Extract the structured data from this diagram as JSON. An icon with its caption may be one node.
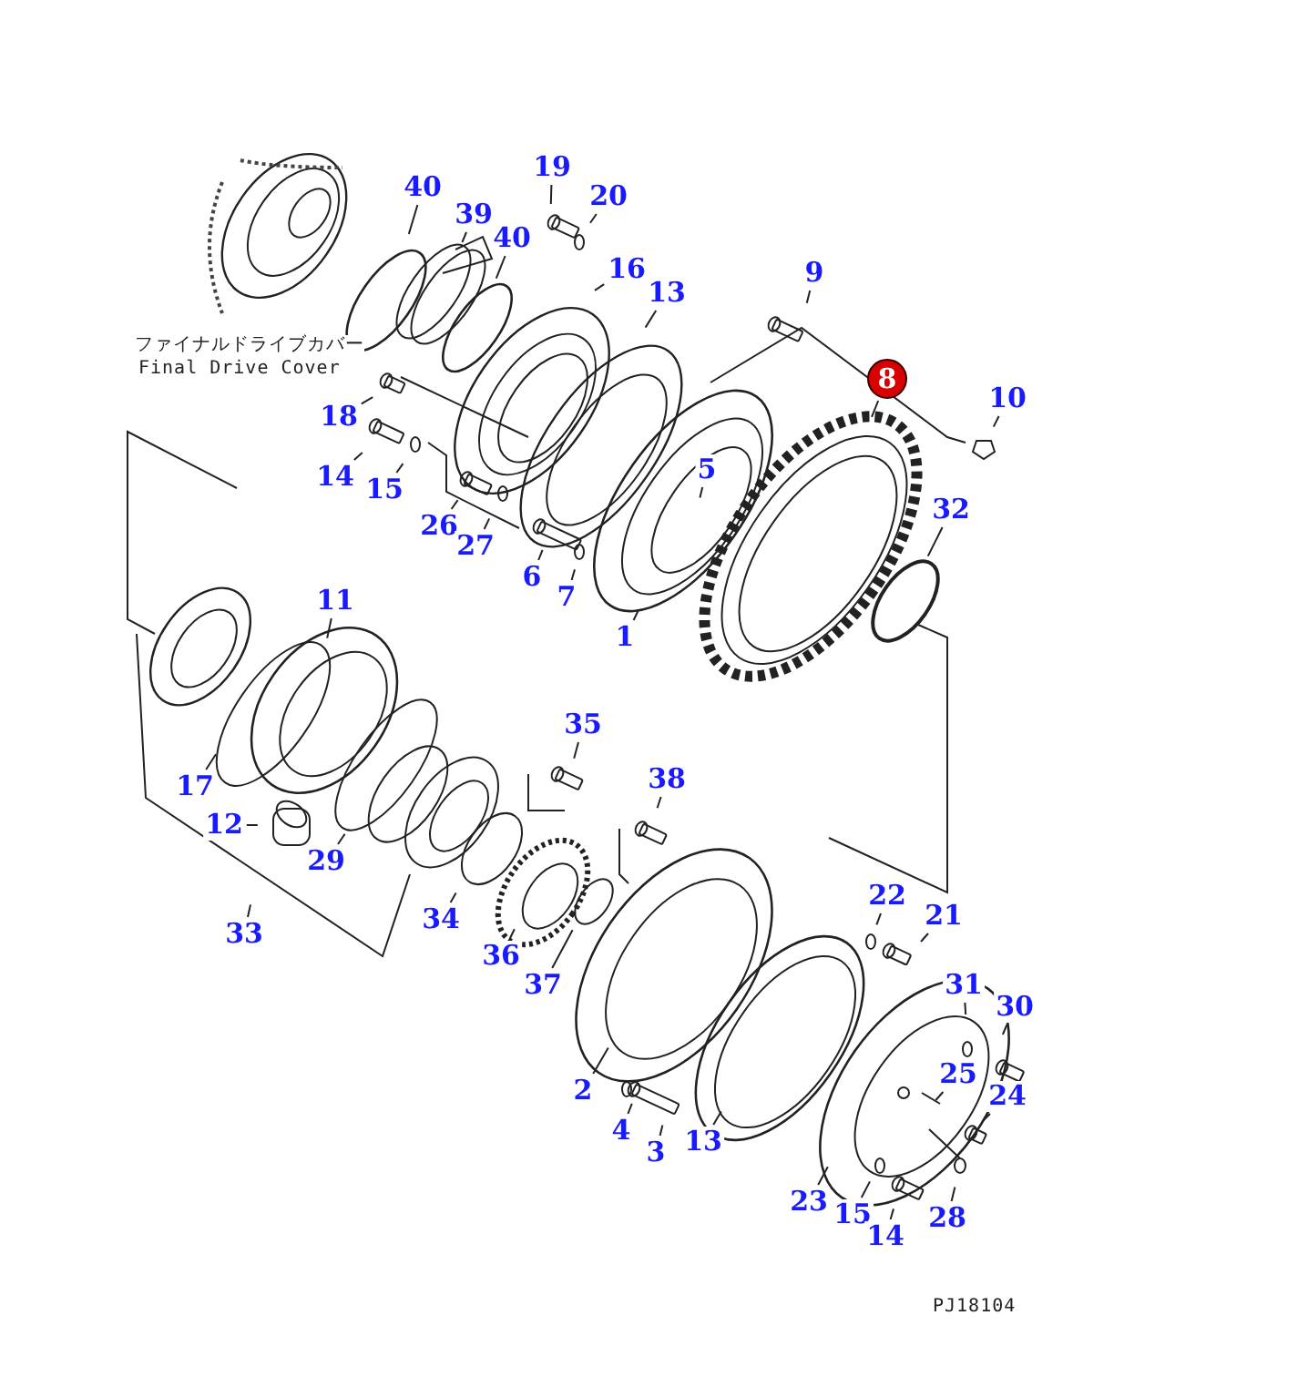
{
  "diagram": {
    "nodes": [
      {
        "text": [
          "40"
        ]
      },
      {
        "text": [
          "39"
        ]
      },
      {
        "text": [
          "40"
        ]
      },
      {
        "text": [
          "19"
        ]
      },
      {
        "text": [
          "20"
        ]
      },
      {
        "text": [
          "16"
        ]
      },
      {
        "text": [
          "13"
        ]
      },
      {
        "text": [
          "9"
        ]
      },
      {
        "text": [
          "8"
        ]
      },
      {
        "text": [
          "10"
        ]
      },
      {
        "text": [
          "18"
        ]
      },
      {
        "text": [
          "14"
        ]
      },
      {
        "text": [
          "15"
        ]
      },
      {
        "text": [
          "5"
        ]
      },
      {
        "text": [
          "32"
        ]
      },
      {
        "text": [
          "26"
        ]
      },
      {
        "text": [
          "27"
        ]
      },
      {
        "text": [
          "6"
        ]
      },
      {
        "text": [
          "7"
        ]
      },
      {
        "text": [
          "1"
        ]
      },
      {
        "text": [
          "11"
        ]
      },
      {
        "text": [
          "17"
        ]
      },
      {
        "text": [
          "12"
        ]
      },
      {
        "text": [
          "29"
        ]
      },
      {
        "text": [
          "35"
        ]
      },
      {
        "text": [
          "38"
        ]
      },
      {
        "text": [
          "33"
        ]
      },
      {
        "text": [
          "34"
        ]
      },
      {
        "text": [
          "36"
        ]
      },
      {
        "text": [
          "37"
        ]
      },
      {
        "text": [
          "22"
        ]
      },
      {
        "text": [
          "21"
        ]
      },
      {
        "text": [
          "31"
        ]
      },
      {
        "text": [
          "30"
        ]
      },
      {
        "text": [
          "25"
        ]
      },
      {
        "text": [
          "24"
        ]
      },
      {
        "text": [
          "2"
        ]
      },
      {
        "text": [
          "4"
        ]
      },
      {
        "text": [
          "3"
        ]
      },
      {
        "text": [
          "13"
        ]
      },
      {
        "text": [
          "23"
        ]
      },
      {
        "text": [
          "15"
        ]
      },
      {
        "text": [
          "14"
        ]
      },
      {
        "text": [
          "28"
        ]
      }
    ],
    "edges": [
      {
        "from": 0,
        "to": null,
        "arrow": "none"
      },
      {
        "from": 1,
        "to": null,
        "arrow": "none"
      },
      {
        "from": 2,
        "to": null,
        "arrow": "none"
      },
      {
        "from": 3,
        "to": null,
        "arrow": "none"
      },
      {
        "from": 4,
        "to": null,
        "arrow": "none"
      },
      {
        "from": 5,
        "to": null,
        "arrow": "none"
      },
      {
        "from": 6,
        "to": null,
        "arrow": "none"
      },
      {
        "from": 7,
        "to": null,
        "arrow": "none"
      },
      {
        "from": 8,
        "to": null,
        "arrow": "none"
      },
      {
        "from": 9,
        "to": null,
        "arrow": "none"
      },
      {
        "from": 10,
        "to": null,
        "arrow": "none"
      },
      {
        "from": 11,
        "to": null,
        "arrow": "none"
      },
      {
        "from": 12,
        "to": null,
        "arrow": "none"
      },
      {
        "from": 13,
        "to": null,
        "arrow": "none"
      },
      {
        "from": 14,
        "to": null,
        "arrow": "none"
      },
      {
        "from": 15,
        "to": null,
        "arrow": "none"
      },
      {
        "from": 16,
        "to": null,
        "arrow": "none"
      },
      {
        "from": 17,
        "to": null,
        "arrow": "none"
      },
      {
        "from": 18,
        "to": null,
        "arrow": "none"
      },
      {
        "from": 19,
        "to": null,
        "arrow": "none"
      },
      {
        "from": 20,
        "to": null,
        "arrow": "none"
      },
      {
        "from": 21,
        "to": null,
        "arrow": "none"
      },
      {
        "from": 22,
        "to": null,
        "arrow": "none"
      },
      {
        "from": 23,
        "to": null,
        "arrow": "none"
      },
      {
        "from": 24,
        "to": null,
        "arrow": "none"
      },
      {
        "from": 25,
        "to": null,
        "arrow": "none"
      },
      {
        "from": 26,
        "to": null,
        "arrow": "none"
      },
      {
        "from": 27,
        "to": null,
        "arrow": "none"
      },
      {
        "from": 28,
        "to": null,
        "arrow": "none"
      },
      {
        "from": 29,
        "to": null,
        "arrow": "none"
      },
      {
        "from": 30,
        "to": null,
        "arrow": "none"
      },
      {
        "from": 31,
        "to": null,
        "arrow": "none"
      },
      {
        "from": 32,
        "to": null,
        "arrow": "none"
      },
      {
        "from": 33,
        "to": null,
        "arrow": "none"
      },
      {
        "from": 34,
        "to": null,
        "arrow": "none"
      },
      {
        "from": 35,
        "to": null,
        "arrow": "none"
      },
      {
        "from": 36,
        "to": null,
        "arrow": "none"
      },
      {
        "from": 37,
        "to": null,
        "arrow": "none"
      },
      {
        "from": 38,
        "to": null,
        "arrow": "none"
      },
      {
        "from": 39,
        "to": null,
        "arrow": "none"
      },
      {
        "from": 40,
        "to": null,
        "arrow": "none"
      },
      {
        "from": 41,
        "to": null,
        "arrow": "none"
      },
      {
        "from": 42,
        "to": null,
        "arrow": "none"
      },
      {
        "from": 43,
        "to": null,
        "arrow": "none"
      }
    ],
    "labels": [
      "ファイナルドライブカバー",
      "Final Drive Cover",
      "PJ18104"
    ]
  }
}
